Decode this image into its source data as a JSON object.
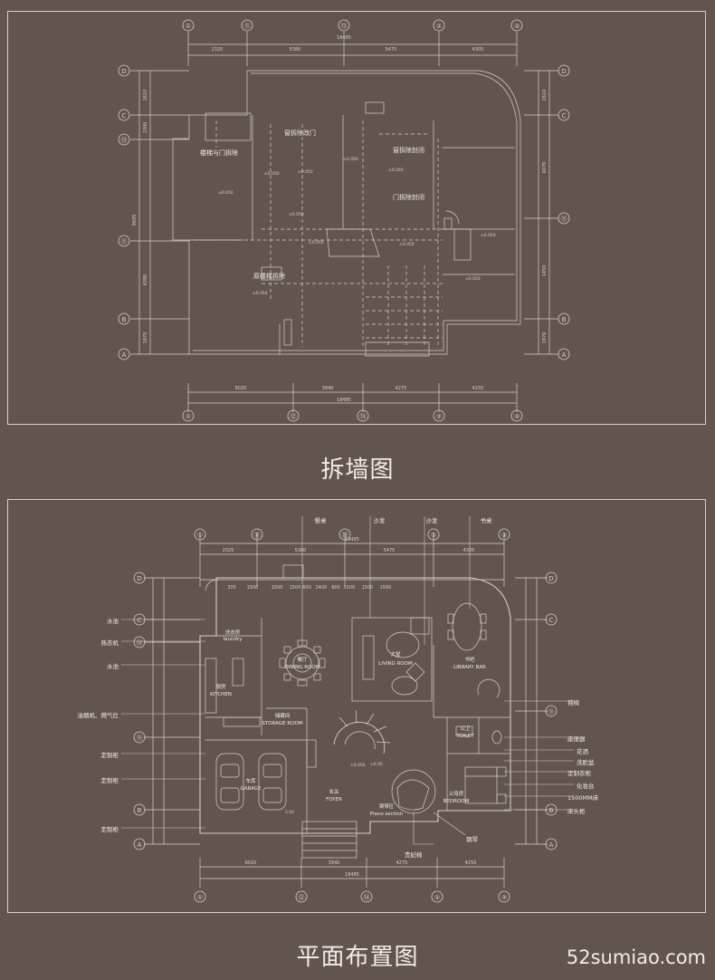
{
  "top_plan": {
    "caption": "拆墙图",
    "grid_top": [
      "①",
      "⑪",
      "⑬",
      "②",
      "③"
    ],
    "grid_bottom": [
      "①",
      "⑫",
      "⑭",
      "②",
      "③"
    ],
    "grid_side": [
      "D",
      "C",
      "⑬",
      "⑪",
      "B",
      "A"
    ],
    "dims_top": [
      "2325",
      "5380",
      "5475",
      "4305"
    ],
    "dims_top_total": "18485",
    "dims_bottom": [
      "6020",
      "3940",
      "4275",
      "4250"
    ],
    "dims_bottom_total": "18485",
    "dims_left": [
      "2610",
      "1300",
      "9695",
      "4380",
      "1970"
    ],
    "dims_right": [
      "2610",
      "6070",
      "1450",
      "1970"
    ],
    "notes": [
      "楼梯与门拆除",
      "窗拆除改门",
      "窗拆除封闭",
      "门拆除封闭",
      "原楼梯拆除"
    ],
    "levels": [
      "±0.050",
      "±0.050",
      "±0.050",
      "±0.050",
      "±0.050",
      "±0.050",
      "±0.050",
      "±0.050",
      "±0.050",
      "±0.050",
      "±0.050"
    ]
  },
  "bottom_plan": {
    "caption": "平面布置图",
    "grid_top": [
      "①",
      "⑪",
      "⑬",
      "②",
      "③"
    ],
    "grid_bottom": [
      "①",
      "⑫",
      "⑭",
      "②",
      "③"
    ],
    "grid_side": [
      "D",
      "C",
      "⑬",
      "⑪",
      "B",
      "A"
    ],
    "dims_top": [
      "2325",
      "5380",
      "5475",
      "4305"
    ],
    "dims_top_total": "18485",
    "dims_bottom": [
      "6020",
      "3940",
      "4275",
      "4250"
    ],
    "dims_bottom_total": "18485",
    "dims_top_detail": [
      "335",
      "1500",
      "1500",
      "1500",
      "600",
      "2400",
      "600",
      "1500",
      "1500",
      "1500"
    ],
    "callouts_top": [
      "餐桌",
      "沙发",
      "沙发",
      "书桌"
    ],
    "callouts_left": [
      "水池",
      "热衣机",
      "水池",
      "油烟机、燃气灶",
      "定制柜",
      "定制柜",
      "定制柜"
    ],
    "callouts_right": [
      "摇椅",
      "座便器",
      "花洒",
      "洗脸盆",
      "定制衣柜",
      "化妆台",
      "1500MM床",
      "床头柜"
    ],
    "callouts_bottom": [
      "贵妃椅",
      "钢琴"
    ],
    "rooms": [
      {
        "cn": "洗衣房",
        "en": "laundry"
      },
      {
        "cn": "餐厅",
        "en": "DINING ROOM"
      },
      {
        "cn": "大堂",
        "en": "LIVING ROOM"
      },
      {
        "cn": "厨房",
        "en": "KITCHEN"
      },
      {
        "cn": "储藏间",
        "en": "STORAGE ROOM"
      },
      {
        "cn": "书吧",
        "en": "LIBRARY BAR"
      },
      {
        "cn": "公卫",
        "en": "TOILET"
      },
      {
        "cn": "父母房",
        "en": "BEDROOM"
      },
      {
        "cn": "车库",
        "en": "GARAGE"
      },
      {
        "cn": "玄关",
        "en": "FOYER"
      },
      {
        "cn": "钢琴区",
        "en": "Piano section"
      }
    ],
    "levels": [
      "±0.050",
      "±0.05",
      "2.04"
    ]
  },
  "watermark": "52sumiao.com",
  "colors": {
    "background": "#62554f",
    "line": "#d8d0c8",
    "text": "#f2ece6"
  }
}
